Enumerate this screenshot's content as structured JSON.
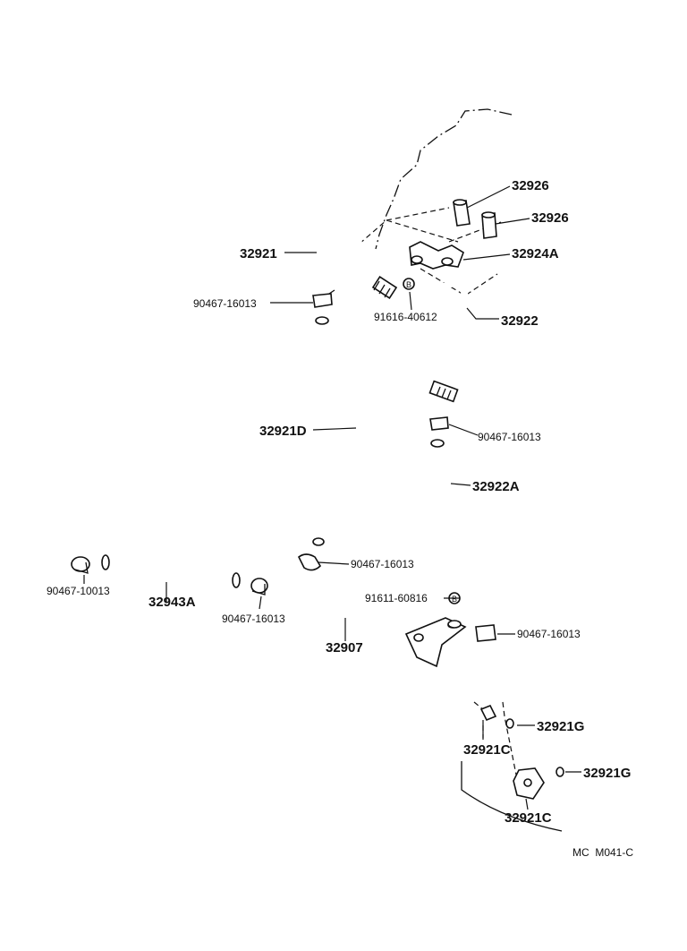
{
  "diagram": {
    "footer_code": "MC  M041-C",
    "labels": {
      "p32926a": "32926",
      "p32926b": "32926",
      "p32924a": "32924A",
      "p32921": "32921",
      "c90467_16013_top": "90467-16013",
      "b91616_40612": "91616-40612",
      "p32922": "32922",
      "c90467_16013_right": "90467-16013",
      "p32921d": "32921D",
      "p32922a": "32922A",
      "c90467_16013_mid": "90467-16013",
      "c90467_10013": "90467-10013",
      "p32943a": "32943A",
      "c90467_16013_left": "90467-16013",
      "b91611_60816": "91611-60816",
      "c90467_16013_low": "90467-16013",
      "p32907": "32907",
      "p32921g_a": "32921G",
      "p32921c_a": "32921C",
      "p32921g_b": "32921G",
      "p32921c_b": "32921C",
      "bolt_mark": "B"
    }
  }
}
